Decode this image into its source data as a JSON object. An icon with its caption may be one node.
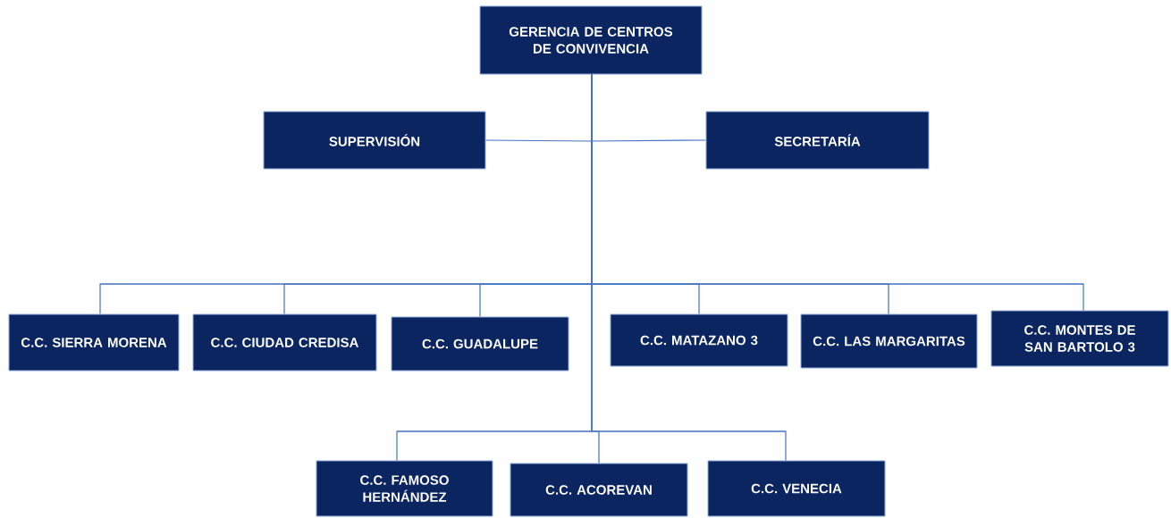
{
  "diagram": {
    "nodes": [
      {
        "text": [
          "GERENCIA DE CENTROS DE CONVIVENCIA"
        ]
      },
      {
        "text": [
          "SUPERVISIÓN"
        ]
      },
      {
        "text": [
          "SECRETARÍA"
        ]
      },
      {
        "text": [
          "C.C. SIERRA MORENA"
        ]
      },
      {
        "text": [
          "C.C. CIUDAD CREDISA"
        ]
      },
      {
        "text": [
          "C.C. GUADALUPE"
        ]
      },
      {
        "text": [
          "C.C. MATAZANO 3"
        ]
      },
      {
        "text": [
          "C.C. LAS MARGARITAS"
        ]
      },
      {
        "text": [
          "C.C. MONTES DE SAN BARTOLO 3"
        ]
      },
      {
        "text": [
          "C.C. FAMOSO HERNÁNDEZ"
        ]
      },
      {
        "text": [
          "C.C. ACOREVAN"
        ]
      },
      {
        "text": [
          "C.C. VENECIA"
        ]
      }
    ],
    "edges": [
      {
        "from": 0,
        "to": 1,
        "arrow": "none"
      },
      {
        "from": 0,
        "to": 2,
        "arrow": "none"
      },
      {
        "from": 0,
        "to": 3,
        "arrow": "none"
      },
      {
        "from": 0,
        "to": 4,
        "arrow": "none"
      },
      {
        "from": 0,
        "to": 5,
        "arrow": "none"
      },
      {
        "from": 0,
        "to": 6,
        "arrow": "none"
      },
      {
        "from": 0,
        "to": 7,
        "arrow": "none"
      },
      {
        "from": 0,
        "to": 8,
        "arrow": "none"
      },
      {
        "from": 0,
        "to": 9,
        "arrow": "none"
      },
      {
        "from": 0,
        "to": 10,
        "arrow": "none"
      },
      {
        "from": 0,
        "to": 11,
        "arrow": "none"
      }
    ]
  }
}
